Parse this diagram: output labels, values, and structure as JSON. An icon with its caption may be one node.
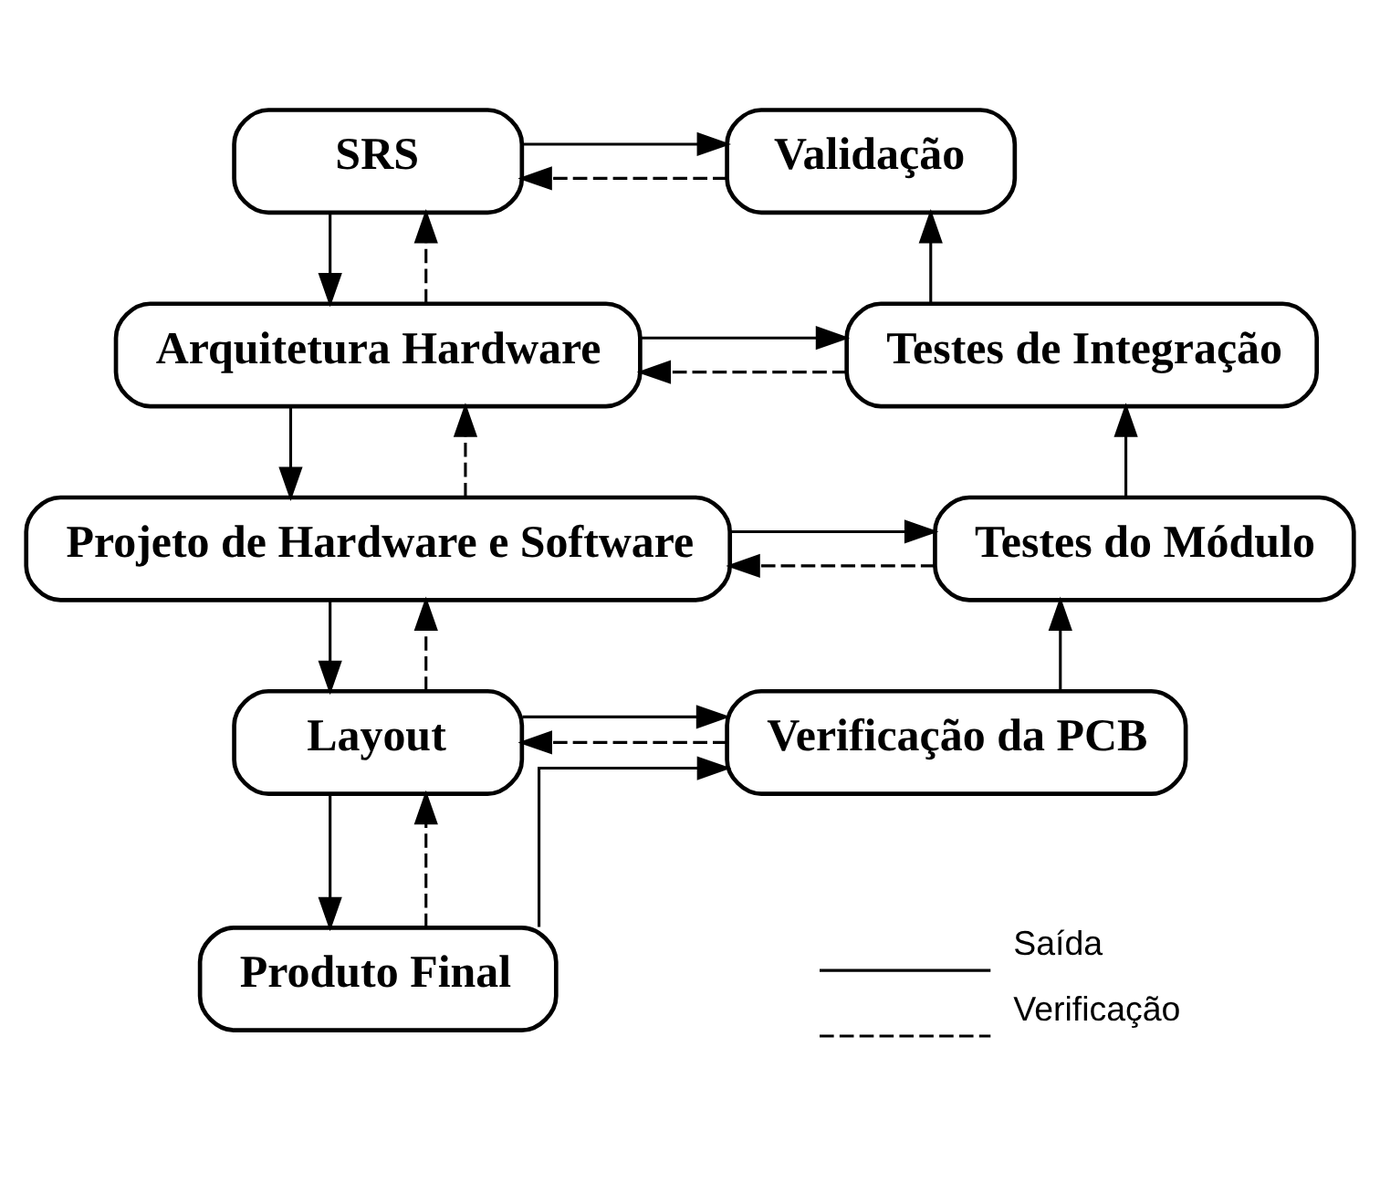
{
  "diagram": {
    "nodes": [
      {
        "text": [
          "SRS"
        ]
      },
      {
        "text": [
          "Validação"
        ]
      },
      {
        "text": [
          "Arquitetura Hardware"
        ]
      },
      {
        "text": [
          "Testes de Integração"
        ]
      },
      {
        "text": [
          "Projeto de Hardware e Software"
        ]
      },
      {
        "text": [
          "Testes do Módulo"
        ]
      },
      {
        "text": [
          "Layout"
        ]
      },
      {
        "text": [
          "Verificação da PCB"
        ]
      },
      {
        "text": [
          "Produto Final"
        ]
      }
    ],
    "edges": [
      {
        "from": 0,
        "to": 1,
        "arrow": "to"
      },
      {
        "from": 1,
        "to": 0,
        "arrow": "to",
        "style": "dashed"
      },
      {
        "from": 0,
        "to": 2,
        "arrow": "to"
      },
      {
        "from": 2,
        "to": 0,
        "arrow": "to",
        "style": "dashed"
      },
      {
        "from": 2,
        "to": 3,
        "arrow": "to"
      },
      {
        "from": 3,
        "to": 2,
        "arrow": "to",
        "style": "dashed"
      },
      {
        "from": 3,
        "to": 1,
        "arrow": "to"
      },
      {
        "from": 2,
        "to": 4,
        "arrow": "to"
      },
      {
        "from": 4,
        "to": 2,
        "arrow": "to",
        "style": "dashed"
      },
      {
        "from": 4,
        "to": 5,
        "arrow": "to"
      },
      {
        "from": 5,
        "to": 4,
        "arrow": "to",
        "style": "dashed"
      },
      {
        "from": 5,
        "to": 3,
        "arrow": "to"
      },
      {
        "from": 4,
        "to": 6,
        "arrow": "to"
      },
      {
        "from": 6,
        "to": 4,
        "arrow": "to",
        "style": "dashed"
      },
      {
        "from": 6,
        "to": 7,
        "arrow": "to"
      },
      {
        "from": 7,
        "to": 6,
        "arrow": "to",
        "style": "dashed"
      },
      {
        "from": 7,
        "to": 5,
        "arrow": "to"
      },
      {
        "from": 6,
        "to": 8,
        "arrow": "to"
      },
      {
        "from": 8,
        "to": 6,
        "arrow": "to",
        "style": "dashed"
      },
      {
        "from": 8,
        "to": 7,
        "arrow": "to"
      }
    ],
    "legend": [
      {
        "text": "Saída"
      },
      {
        "text": "Verificação"
      }
    ]
  }
}
